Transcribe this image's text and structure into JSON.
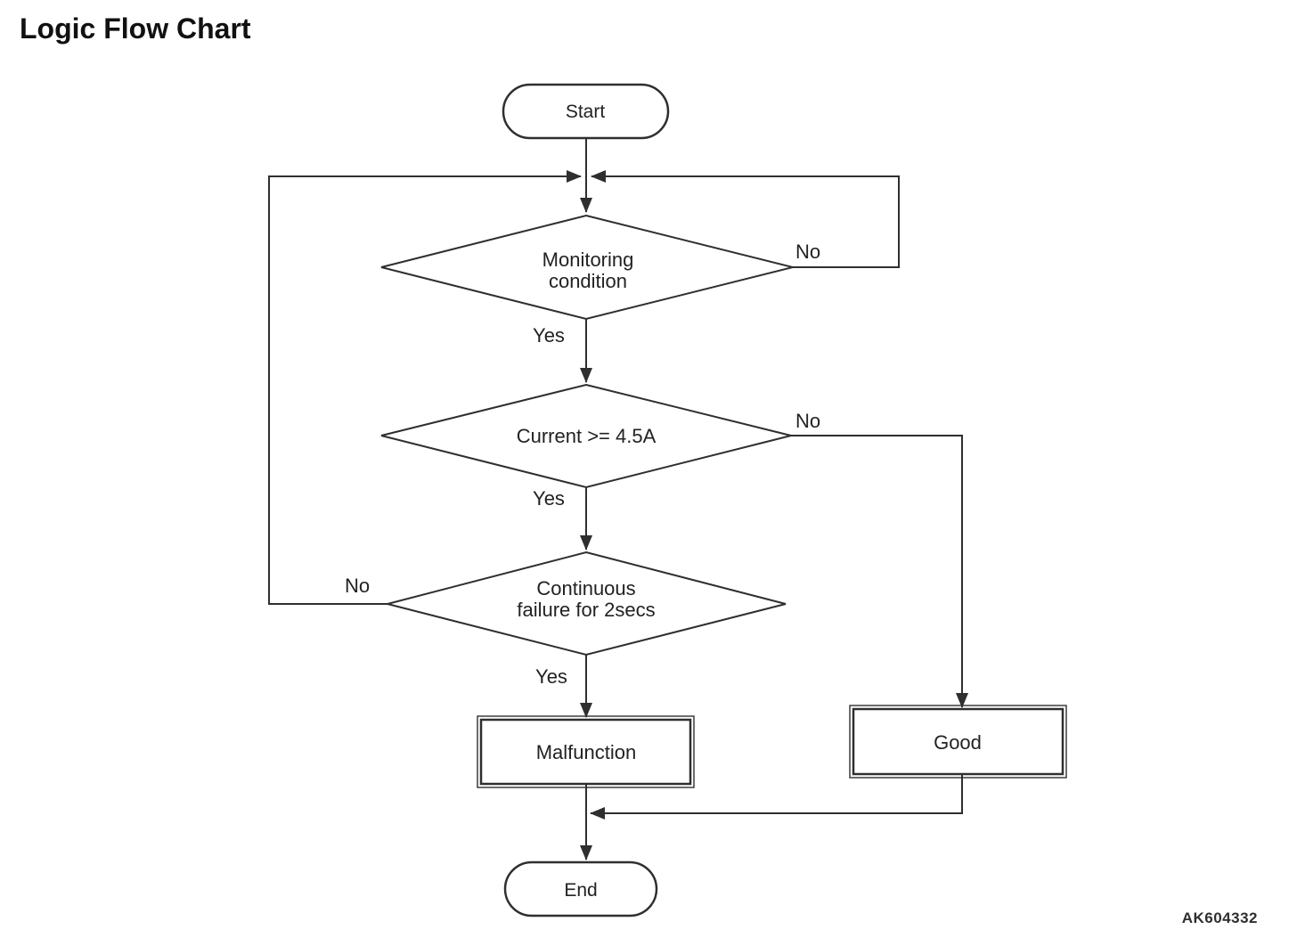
{
  "page": {
    "title": "Logic Flow Chart",
    "figure_code": "AK604332",
    "background_color": "#ffffff",
    "line_color": "#2f2f2f",
    "text_color": "#222222"
  },
  "flowchart": {
    "start": {
      "label": "Start"
    },
    "decisions": {
      "monitoring": {
        "line1": "Monitoring",
        "line2": "condition",
        "yes": "Yes",
        "no": "No"
      },
      "current": {
        "label": "Current >= 4.5A",
        "yes": "Yes",
        "no": "No"
      },
      "continuous": {
        "line1": "Continuous",
        "line2": "failure for 2secs",
        "yes": "Yes",
        "no": "No"
      }
    },
    "outcomes": {
      "malfunction": {
        "label": "Malfunction"
      },
      "good": {
        "label": "Good"
      }
    },
    "end": {
      "label": "End"
    }
  }
}
